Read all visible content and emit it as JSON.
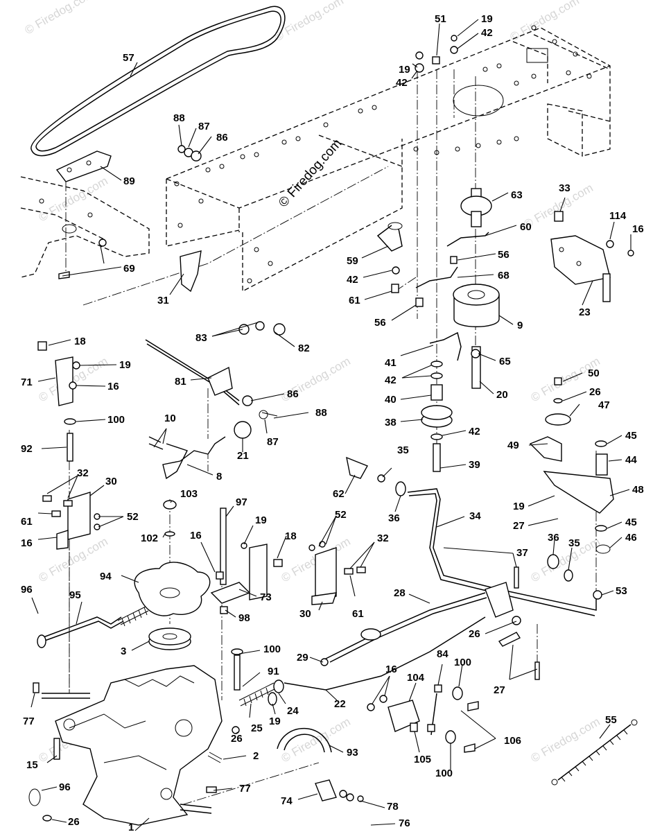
{
  "watermark": {
    "main": "© Firedog.com",
    "repeat": "© Firedog.com"
  },
  "labels": {
    "57": "57",
    "19a": "19",
    "51": "51",
    "19b": "19",
    "42a": "42",
    "42b": "42",
    "88a": "88",
    "87a": "87",
    "86a": "86",
    "89": "89",
    "69": "69",
    "63": "63",
    "33": "33",
    "114": "114",
    "16a": "16",
    "60": "60",
    "59": "59",
    "56a": "56",
    "42c": "42",
    "68": "68",
    "61a": "61",
    "56b": "56",
    "9": "9",
    "23": "23",
    "31": "31",
    "83": "83",
    "82": "82",
    "18a": "18",
    "19c": "19",
    "71": "71",
    "16b": "16",
    "81": "81",
    "86b": "86",
    "88b": "88",
    "87b": "87",
    "100a": "100",
    "92": "92",
    "10": "10",
    "21": "21",
    "8": "8",
    "41": "41",
    "42d": "42",
    "65": "65",
    "40": "40",
    "20": "20",
    "38": "38",
    "42e": "42",
    "39": "39",
    "50": "50",
    "26a": "26",
    "47": "47",
    "49": "49",
    "45a": "45",
    "44": "44",
    "48": "48",
    "19d": "19",
    "27a": "27",
    "45b": "45",
    "46": "46",
    "32a": "32",
    "30a": "30",
    "61b": "61",
    "52a": "52",
    "16c": "16",
    "103": "103",
    "97": "97",
    "102": "102",
    "19e": "19",
    "16d": "16",
    "18b": "18",
    "94": "94",
    "73": "73",
    "98": "98",
    "62": "62",
    "35a": "35",
    "36a": "36",
    "34": "34",
    "52b": "52",
    "32b": "32",
    "30b": "30",
    "61c": "61",
    "37": "37",
    "36b": "36",
    "35b": "35",
    "28": "28",
    "53": "53",
    "96a": "96",
    "95": "95",
    "3": "3",
    "100b": "100",
    "91": "91",
    "29": "29",
    "26b": "26",
    "27b": "27",
    "84": "84",
    "100c": "100",
    "16e": "16",
    "104": "104",
    "77a": "77",
    "25": "25",
    "24": "24",
    "22": "22",
    "19f": "19",
    "26c": "26",
    "15": "15",
    "2": "2",
    "93": "93",
    "105": "105",
    "106": "106",
    "100d": "100",
    "55": "55",
    "96b": "96",
    "1": "1",
    "77b": "77",
    "78": "78",
    "74": "74",
    "26d": "26",
    "76": "76"
  }
}
